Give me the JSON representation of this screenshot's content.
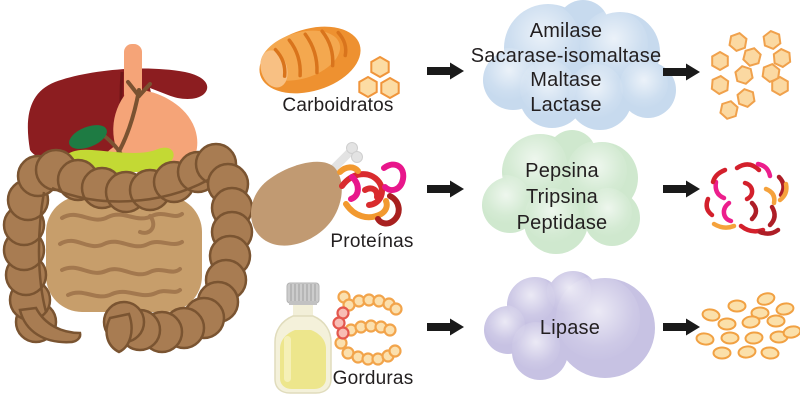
{
  "diagram": {
    "background_color": "#ffffff",
    "text_color": "#231f20",
    "arrow_color": "#1a1a1a",
    "organ_panel": {
      "illustration": "human-digestive-system"
    },
    "rows": [
      {
        "food_label": "Carboidratos",
        "food_icon": "bread-loaf-with-sugar-hexagons",
        "enzymes": [
          "Amilase",
          "Sacarase-isomaltase",
          "Maltase",
          "Lactase"
        ],
        "cloud_color": "#c7daee",
        "product_icon": "monosaccharide-hexagons"
      },
      {
        "food_label": "Proteínas",
        "food_icon": "chicken-drumstick-with-protein-tangle",
        "enzymes": [
          "Pepsina",
          "Tripsina",
          "Peptidase"
        ],
        "cloud_color": "#cfe8ce",
        "product_icon": "amino-acid-fragments"
      },
      {
        "food_label": "Gorduras",
        "food_icon": "oil-bottle-with-triglyceride-chain",
        "enzymes": [
          "Lipase"
        ],
        "cloud_color": "#c7c2e3",
        "product_icon": "fatty-acid-droplets"
      }
    ]
  }
}
